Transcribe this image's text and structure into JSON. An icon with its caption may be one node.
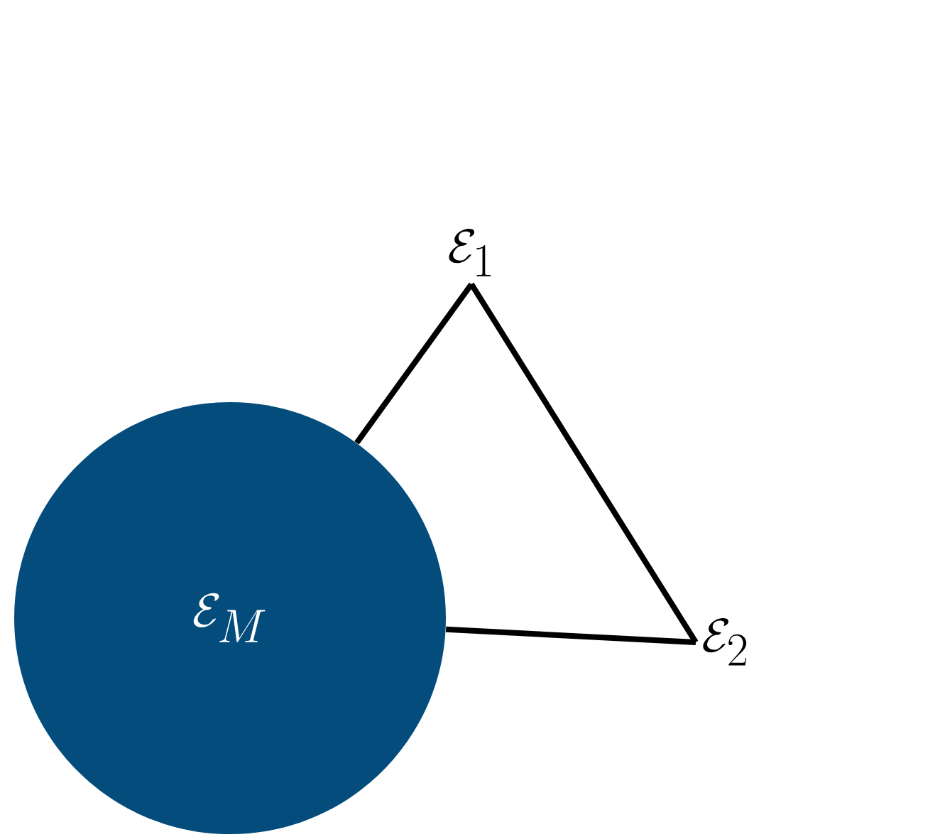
{
  "diagram": {
    "nodes": [
      {
        "text": [
          "\\mathcal{E}_1"
        ]
      },
      {
        "text": [
          "\\mathcal{E}_2"
        ]
      },
      {
        "text": [
          "\\mathcal{E}_M"
        ]
      }
    ],
    "edges": [
      {
        "from": 2,
        "to": 0,
        "arrow": "none"
      },
      {
        "from": 0,
        "to": 1,
        "arrow": "none"
      },
      {
        "from": 1,
        "to": 2,
        "arrow": "none"
      }
    ]
  }
}
